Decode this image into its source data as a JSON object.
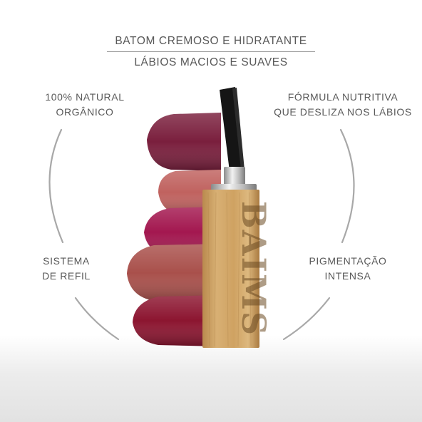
{
  "headline": {
    "line1": "BATOM CREMOSO E HIDRATANTE",
    "line2": "LÁBIOS MACIOS E SUAVES"
  },
  "features": {
    "top_left": {
      "line1": "100% NATURAL",
      "line2": "ORGÂNICO"
    },
    "top_right": {
      "line1": "FÓRMULA NUTRITIVA",
      "line2": "QUE DESLIZA NOS LÁBIOS"
    },
    "bottom_left": {
      "line1": "SISTEMA",
      "line2": "DE REFIL"
    },
    "bottom_right": {
      "line1": "PIGMENTAÇÃO",
      "line2": "INTENSA"
    }
  },
  "product": {
    "brand_logo_text": "BAIMS",
    "lipstick_colors": [
      "#7a1f3d",
      "#c0625f",
      "#a3174f",
      "#a9504b",
      "#8c1530"
    ],
    "case_color": "#d2a868",
    "strap_color": "#151515"
  }
}
